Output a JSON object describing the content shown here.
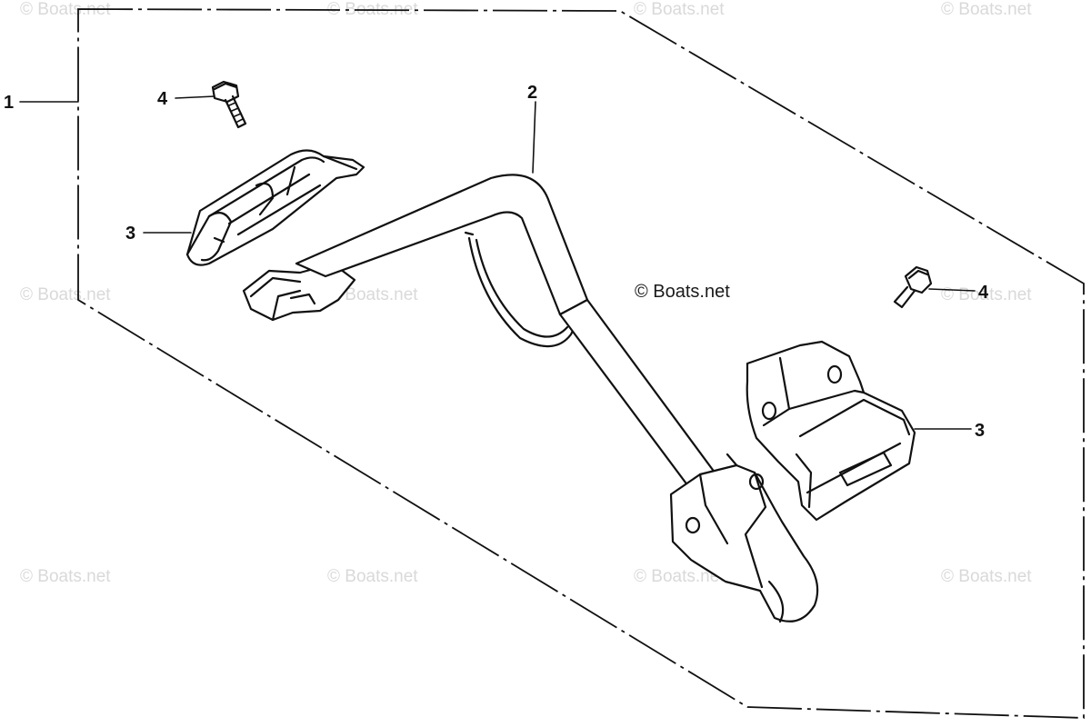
{
  "watermark": {
    "text": "© Boats.net",
    "main_text": "© Boats.net"
  },
  "callouts": {
    "assembly": "1",
    "bar": "2",
    "holder_left": "3",
    "holder_right": "3",
    "bolt_left": "4",
    "bolt_right": "4"
  },
  "colors": {
    "ink": "#111111",
    "watermark": "#d9d9d9",
    "background": "#ffffff"
  }
}
